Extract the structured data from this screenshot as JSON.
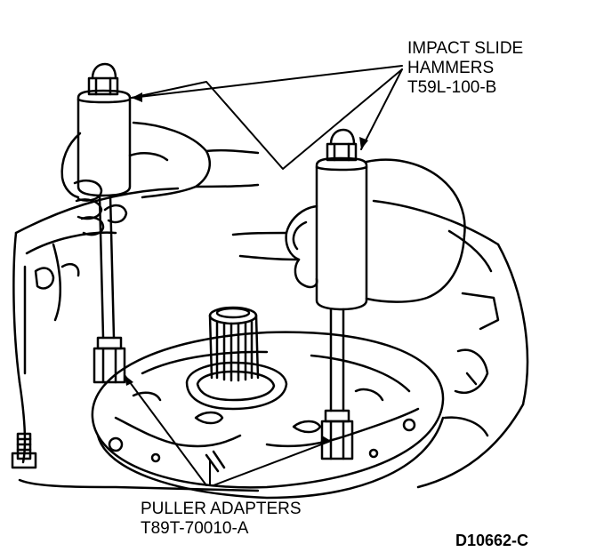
{
  "callouts": {
    "slide_hammers": {
      "line1": "IMPACT SLIDE",
      "line2": "HAMMERS",
      "line3": "T59L-100-B"
    },
    "puller_adapters": {
      "line1": "PULLER ADAPTERS",
      "line2": "T89T-70010-A"
    }
  },
  "figure_code": "D10662-C",
  "colors": {
    "ink": "#000000",
    "paper": "#ffffff"
  }
}
